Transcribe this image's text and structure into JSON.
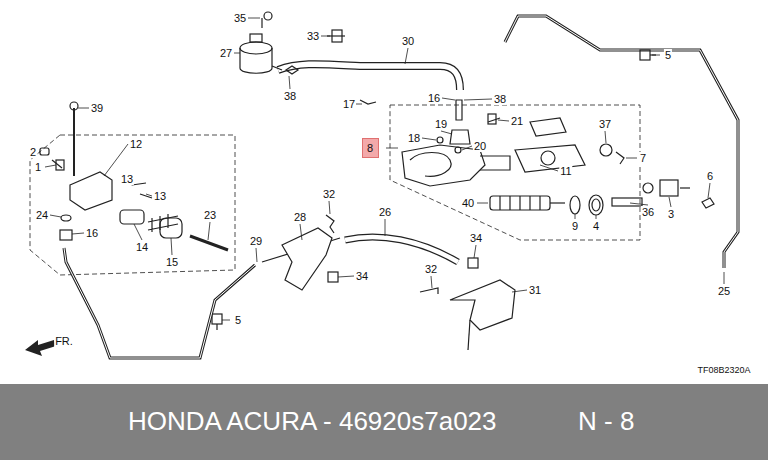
{
  "diagram": {
    "nodes": [
      {
        "text": [
          "8"
        ]
      },
      {
        "text": [
          "HONDA ACURA - 46920s7a023",
          "N - 8"
        ]
      }
    ],
    "labels": [
      "35",
      "27",
      "33",
      "30",
      "5",
      "38",
      "17",
      "16",
      "38",
      "21",
      "18",
      "19",
      "20",
      "37",
      "7",
      "11",
      "6",
      "40",
      "9",
      "4",
      "36",
      "3",
      "39",
      "12",
      "2",
      "1",
      "13",
      "13",
      "24",
      "16",
      "14",
      "15",
      "23",
      "32",
      "28",
      "26",
      "29",
      "34",
      "34",
      "32",
      "31",
      "5",
      "25",
      "FR.",
      "TF08B2320A"
    ]
  }
}
